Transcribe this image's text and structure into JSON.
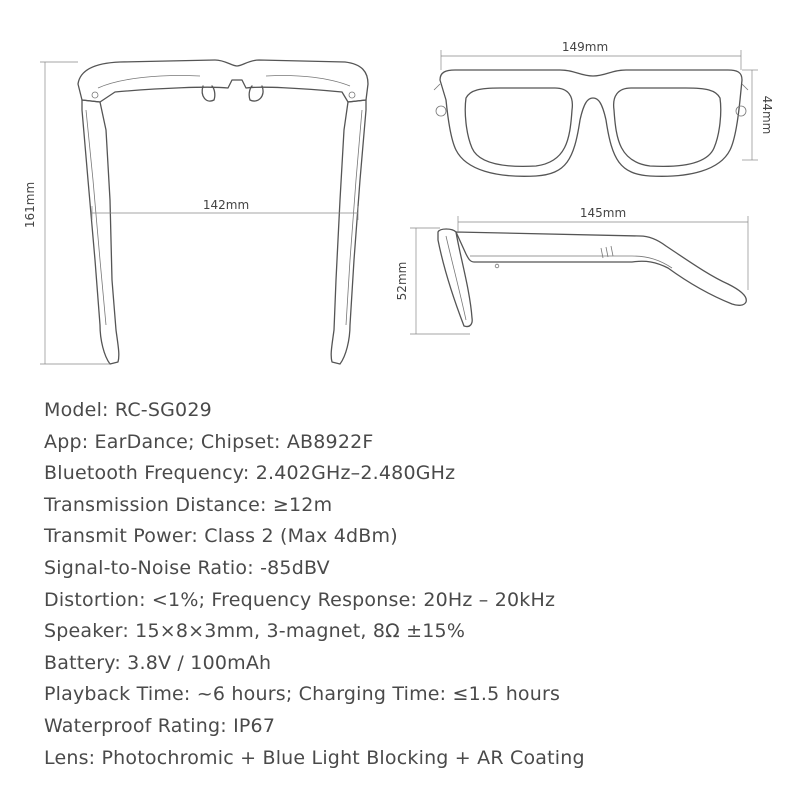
{
  "dimensions": {
    "height_top_view": "161mm",
    "inner_width_top_view": "142mm",
    "front_width": "149mm",
    "front_height": "44mm",
    "temple_length": "145mm",
    "side_height": "52mm"
  },
  "specs": [
    "Model: RC-SG029",
    "App: EarDance; Chipset: AB8922F",
    "Bluetooth Frequency: 2.402GHz–2.480GHz",
    "Transmission Distance: ≥12m",
    "Transmit Power: Class 2 (Max 4dBm)",
    "Signal-to-Noise Ratio: -85dBV",
    "Distortion: <1%; Frequency Response: 20Hz – 20kHz",
    "Speaker: 15×8×3mm, 3-magnet, 8Ω ±15%",
    "Battery: 3.8V / 100mAh",
    "Playback Time: ~6 hours; Charging Time: ≤1.5 hours",
    "Waterproof Rating: IP67",
    "Lens: Photochromic + Blue Light Blocking + AR Coating"
  ]
}
